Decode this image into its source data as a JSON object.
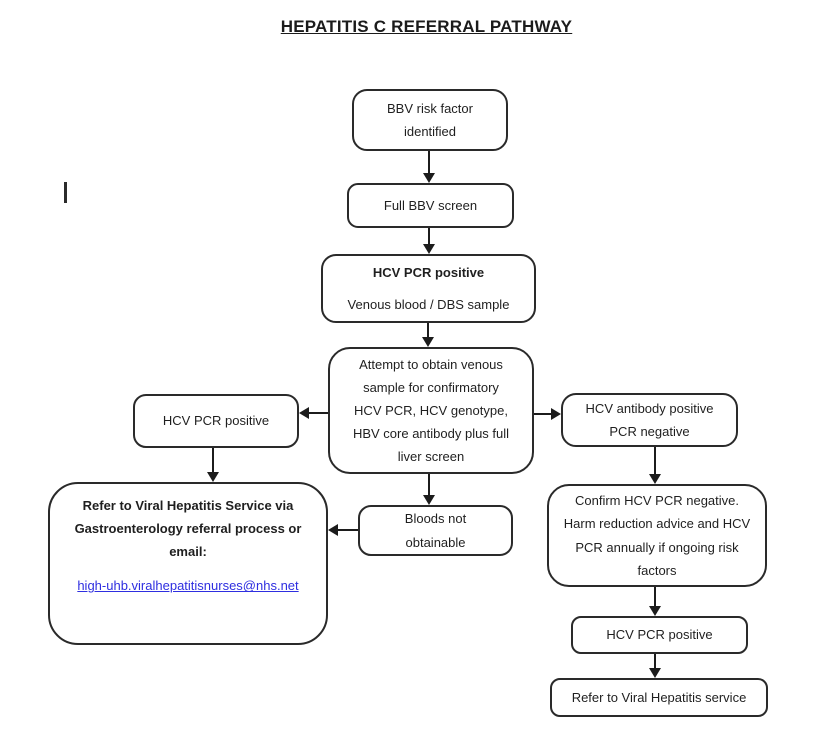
{
  "colors": {
    "background": "#ffffff",
    "line": "#1c1c1c",
    "link": "#2e2ee0"
  },
  "title": "HEPATITIS C REFERRAL PATHWAY",
  "flowchart": {
    "nodes": {
      "bbv_risk": {
        "lines": [
          "BBV risk factor",
          "identified"
        ]
      },
      "full_bbv_screen": {
        "label": "Full BBV screen"
      },
      "hcv_pcr_positive_sample": {
        "heading": "HCV PCR positive",
        "subtext": "Venous blood / DBS sample"
      },
      "attempt_venous": {
        "lines": [
          "Attempt to obtain venous",
          "sample for confirmatory",
          "HCV PCR, HCV genotype,",
          "HBV core antibody plus full",
          "liver screen"
        ]
      },
      "hcv_pcr_positive_left": {
        "label": "HCV PCR positive"
      },
      "hcv_antibody_positive": {
        "lines": [
          "HCV antibody positive",
          "PCR negative"
        ]
      },
      "refer_gastro": {
        "lines": [
          "Refer to Viral Hepatitis Service via",
          "Gastroenterology referral process or",
          "email:"
        ],
        "link": "high-uhb.viralhepatitisnurses@nhs.net"
      },
      "bloods_not_obtainable": {
        "lines": [
          "Bloods not",
          "obtainable"
        ]
      },
      "confirm_negative": {
        "lines": [
          "Confirm HCV PCR negative.",
          "Harm reduction advice and HCV",
          "PCR annually if ongoing risk",
          "factors"
        ]
      },
      "hcv_pcr_positive_right": {
        "label": "HCV PCR positive"
      },
      "refer_service": {
        "label": "Refer to Viral Hepatitis service"
      }
    }
  }
}
